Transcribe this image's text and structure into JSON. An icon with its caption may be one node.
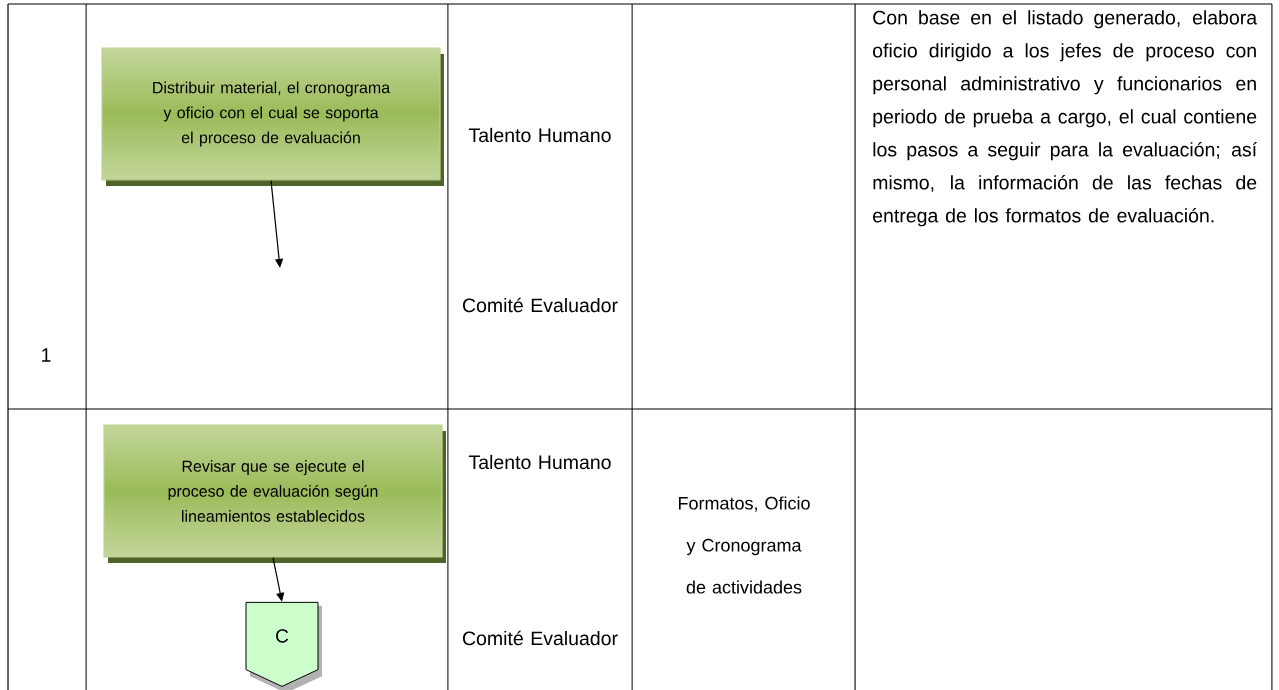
{
  "diagram": {
    "nodes": [
      {
        "text": [
          "Distribuir material, el cronograma y oficio con el cual se soporta el proceso de evaluación"
        ]
      },
      {
        "text": [
          "Revisar que se ejecute el proceso de evaluación según lineamientos establecidos"
        ]
      },
      {
        "text": [
          "C"
        ]
      }
    ],
    "edges": [
      {
        "from": 0,
        "to": null,
        "arrow": "to"
      },
      {
        "from": 1,
        "to": 2,
        "arrow": "to"
      }
    ],
    "labels": [
      "1",
      "Talento Humano",
      "Comité Evaluador",
      "Con base en el listado generado, elabora oficio dirigido a los jefes de proceso con personal administrativo y funcionarios en periodo de prueba a cargo, el cual contiene los pasos a seguir para la evaluación; así mismo, la información de las fechas de entrega de los formatos de evaluación.",
      "Talento Humano",
      "Formatos, Oficio y Cronograma de actividades",
      "Comité Evaluador"
    ]
  }
}
